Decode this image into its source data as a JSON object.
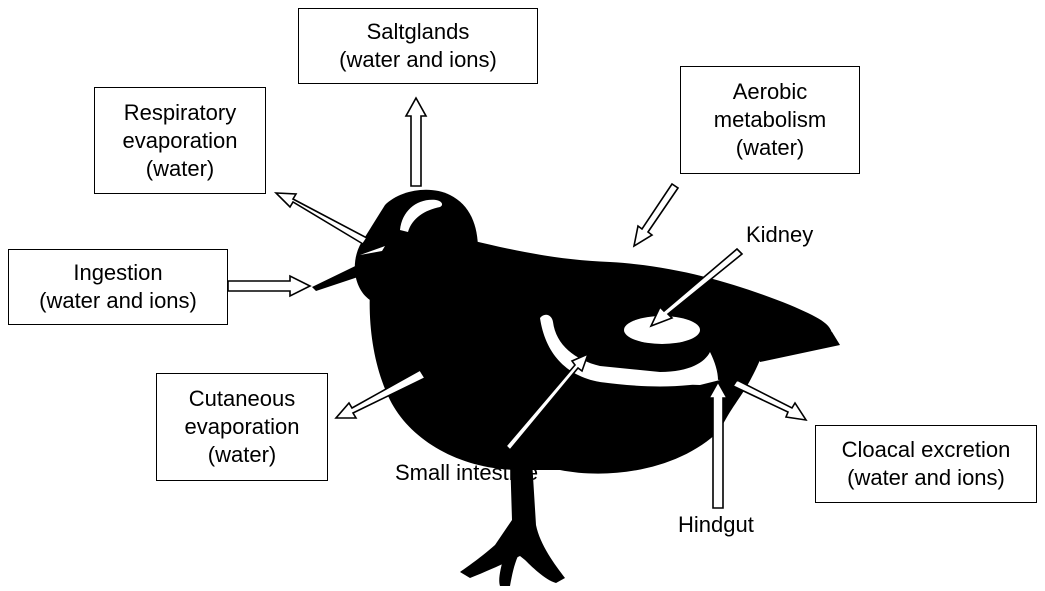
{
  "boxes": {
    "saltglands": {
      "lines": [
        "Saltglands",
        "(water and ions)"
      ]
    },
    "respiratory": {
      "lines": [
        "Respiratory",
        "evaporation",
        "(water)"
      ]
    },
    "aerobic": {
      "lines": [
        "Aerobic",
        "metabolism",
        "(water)"
      ]
    },
    "ingestion": {
      "lines": [
        "Ingestion",
        "(water and ions)"
      ]
    },
    "cutaneous": {
      "lines": [
        "Cutaneous",
        "evaporation",
        "(water)"
      ]
    },
    "cloacal": {
      "lines": [
        "Cloacal excretion",
        "(water and ions)"
      ]
    }
  },
  "labels": {
    "kidney": "Kidney",
    "small_intestine": "Small intestine",
    "hindgut": "Hindgut"
  },
  "colors": {
    "silhouette": "#000000",
    "organs": "#ffffff",
    "outline": "#000000"
  }
}
